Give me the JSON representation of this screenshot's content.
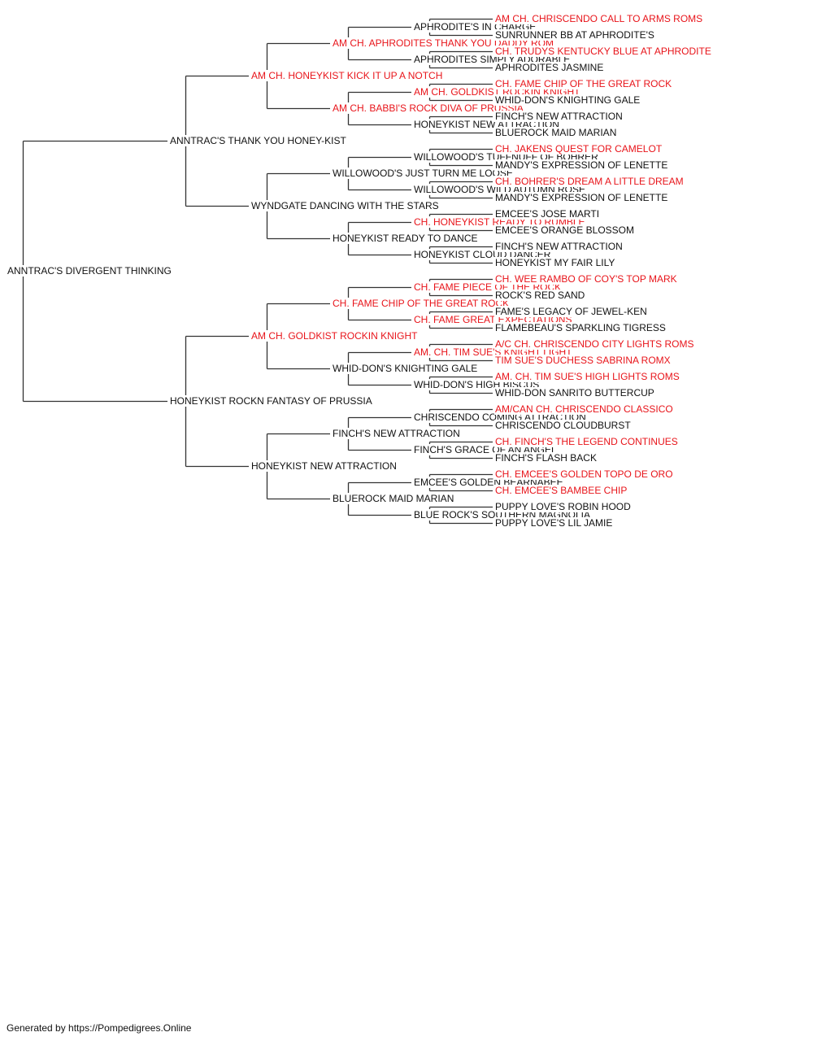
{
  "colors": {
    "champion": "#e8141a",
    "regular": "#111111",
    "line": "#333333"
  },
  "pedigree": {
    "subject": {
      "name": "ANNTRAC'S DIVERGENT THINKING",
      "champion": false
    },
    "generations": [
      [
        {
          "name": "ANNTRAC'S THANK YOU HONEY-KIST",
          "champion": false
        },
        {
          "name": "HONEYKIST ROCKN FANTASY OF PRUSSIA",
          "champion": false
        }
      ],
      [
        {
          "name": "AM CH. HONEYKIST KICK IT UP A NOTCH",
          "champion": true
        },
        {
          "name": "WYNDGATE DANCING WITH THE STARS",
          "champion": false
        },
        {
          "name": "AM CH. GOLDKIST ROCKIN KNIGHT",
          "champion": true
        },
        {
          "name": "HONEYKIST NEW ATTRACTION",
          "champion": false
        }
      ],
      [
        {
          "name": "AM CH. APHRODITES THANK YOU DADDY ROM",
          "champion": true
        },
        {
          "name": "AM CH. BABBI'S ROCK DIVA OF PRUSSIA",
          "champion": true
        },
        {
          "name": "WILLOWOOD'S JUST TURN ME LOOSE",
          "champion": false
        },
        {
          "name": "HONEYKIST READY TO DANCE",
          "champion": false
        },
        {
          "name": "CH. FAME CHIP OF THE GREAT ROCK",
          "champion": true
        },
        {
          "name": "WHID-DON'S KNIGHTING GALE",
          "champion": false
        },
        {
          "name": "FINCH'S NEW ATTRACTION",
          "champion": false
        },
        {
          "name": "BLUEROCK MAID MARIAN",
          "champion": false
        }
      ],
      [
        {
          "name": "APHRODITE'S IN CHARGE",
          "champion": false
        },
        {
          "name": "APHRODITES SIMPLY ADORABLE",
          "champion": false
        },
        {
          "name": "AM CH. GOLDKIST ROCKIN KNIGHT",
          "champion": true
        },
        {
          "name": "HONEYKIST NEW ATTRACTION",
          "champion": false
        },
        {
          "name": "WILLOWOOD'S TUFFNUFF OF BOHRER",
          "champion": false
        },
        {
          "name": "WILLOWOOD'S WILD AUTUMN ROSE",
          "champion": false
        },
        {
          "name": "CH. HONEYKIST READY TO RUMBLE",
          "champion": true
        },
        {
          "name": "HONEYKIST CLOUD DANCER",
          "champion": false
        },
        {
          "name": "CH. FAME PIECE OF THE ROCK",
          "champion": true
        },
        {
          "name": "CH. FAME GREAT EXPECTATIONS",
          "champion": true
        },
        {
          "name": "AM. CH. TIM SUE'S KNIGHT LIGHT",
          "champion": true
        },
        {
          "name": "WHID-DON'S HIGH BISCUS",
          "champion": false
        },
        {
          "name": "CHRISCENDO COMING ATTRACTION",
          "champion": false
        },
        {
          "name": "FINCH'S GRACE OF AN ANGEL",
          "champion": false
        },
        {
          "name": "EMCEE'S GOLDEN BEARNABEE",
          "champion": false
        },
        {
          "name": "BLUE ROCK'S SOUTHERN MAGNOLIA",
          "champion": false
        }
      ],
      [
        {
          "name": "AM CH. CHRISCENDO CALL TO ARMS ROMS",
          "champion": true
        },
        {
          "name": "SUNRUNNER BB AT APHRODITE'S",
          "champion": false
        },
        {
          "name": "CH. TRUDYS KENTUCKY BLUE AT APHRODITE",
          "champion": true
        },
        {
          "name": "APHRODITES JASMINE",
          "champion": false
        },
        {
          "name": "CH. FAME CHIP OF THE GREAT ROCK",
          "champion": true
        },
        {
          "name": "WHID-DON'S KNIGHTING GALE",
          "champion": false
        },
        {
          "name": "FINCH'S NEW ATTRACTION",
          "champion": false
        },
        {
          "name": "BLUEROCK MAID MARIAN",
          "champion": false
        },
        {
          "name": "CH. JAKENS QUEST FOR CAMELOT",
          "champion": true
        },
        {
          "name": "MANDY'S EXPRESSION OF LENETTE",
          "champion": false
        },
        {
          "name": "CH. BOHRER'S DREAM A LITTLE DREAM",
          "champion": true
        },
        {
          "name": "MANDY'S EXPRESSION OF LENETTE",
          "champion": false
        },
        {
          "name": "EMCEE'S JOSE MARTI",
          "champion": false
        },
        {
          "name": "EMCEE'S ORANGE BLOSSOM",
          "champion": false
        },
        {
          "name": "FINCH'S NEW ATTRACTION",
          "champion": false
        },
        {
          "name": "HONEYKIST MY FAIR LILY",
          "champion": false
        },
        {
          "name": "CH. WEE RAMBO OF COY'S TOP MARK",
          "champion": true
        },
        {
          "name": "ROCK'S RED SAND",
          "champion": false
        },
        {
          "name": "FAME'S LEGACY OF JEWEL-KEN",
          "champion": false
        },
        {
          "name": "FLAMEBEAU'S SPARKLING TIGRESS",
          "champion": false
        },
        {
          "name": "A/C CH. CHRISCENDO CITY LIGHTS ROMS",
          "champion": true
        },
        {
          "name": "TIM SUE'S DUCHESS SABRINA ROMX",
          "champion": true
        },
        {
          "name": "AM. CH. TIM SUE'S HIGH LIGHTS ROMS",
          "champion": true
        },
        {
          "name": "WHID-DON SANRITO BUTTERCUP",
          "champion": false
        },
        {
          "name": "AM/CAN CH. CHRISCENDO CLASSICO",
          "champion": true
        },
        {
          "name": "CHRISCENDO CLOUDBURST",
          "champion": false
        },
        {
          "name": "CH. FINCH'S THE LEGEND CONTINUES",
          "champion": true
        },
        {
          "name": "FINCH'S FLASH BACK",
          "champion": false
        },
        {
          "name": "CH. EMCEE'S GOLDEN TOPO DE ORO",
          "champion": true
        },
        {
          "name": "CH. EMCEE'S BAMBEE CHIP",
          "champion": true
        },
        {
          "name": "PUPPY LOVE'S ROBIN HOOD",
          "champion": false
        },
        {
          "name": "PUPPY LOVE'S LIL JAMIE",
          "champion": false
        }
      ]
    ]
  },
  "footer": {
    "text": "Generated by https://Pompedigrees.Online"
  }
}
